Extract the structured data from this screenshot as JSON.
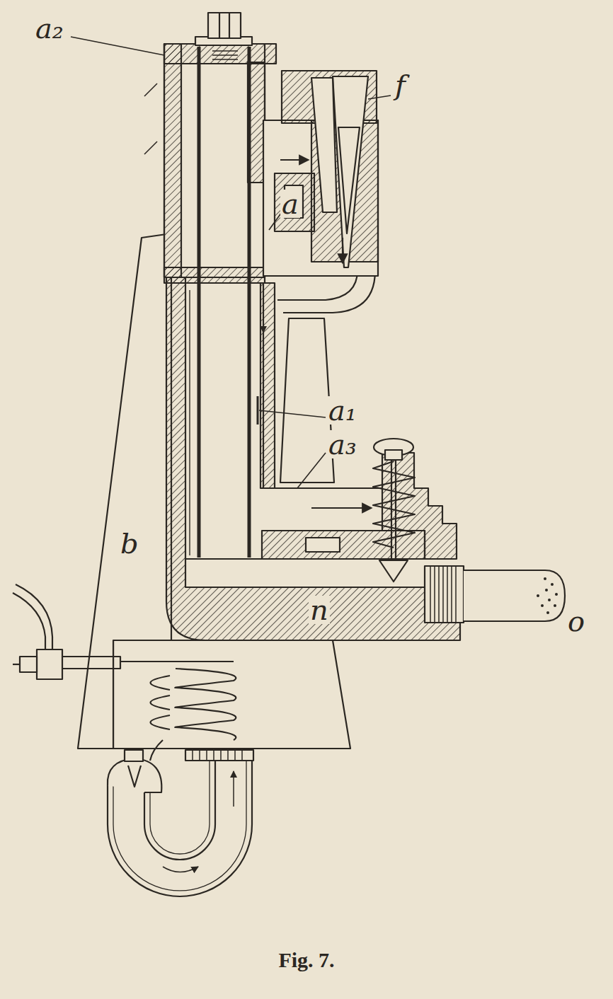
{
  "diagram": {
    "caption": "Fig. 7.",
    "labels": [
      "a₂",
      "f",
      "a",
      "a₁",
      "a₃",
      "b",
      "n",
      "o"
    ]
  }
}
